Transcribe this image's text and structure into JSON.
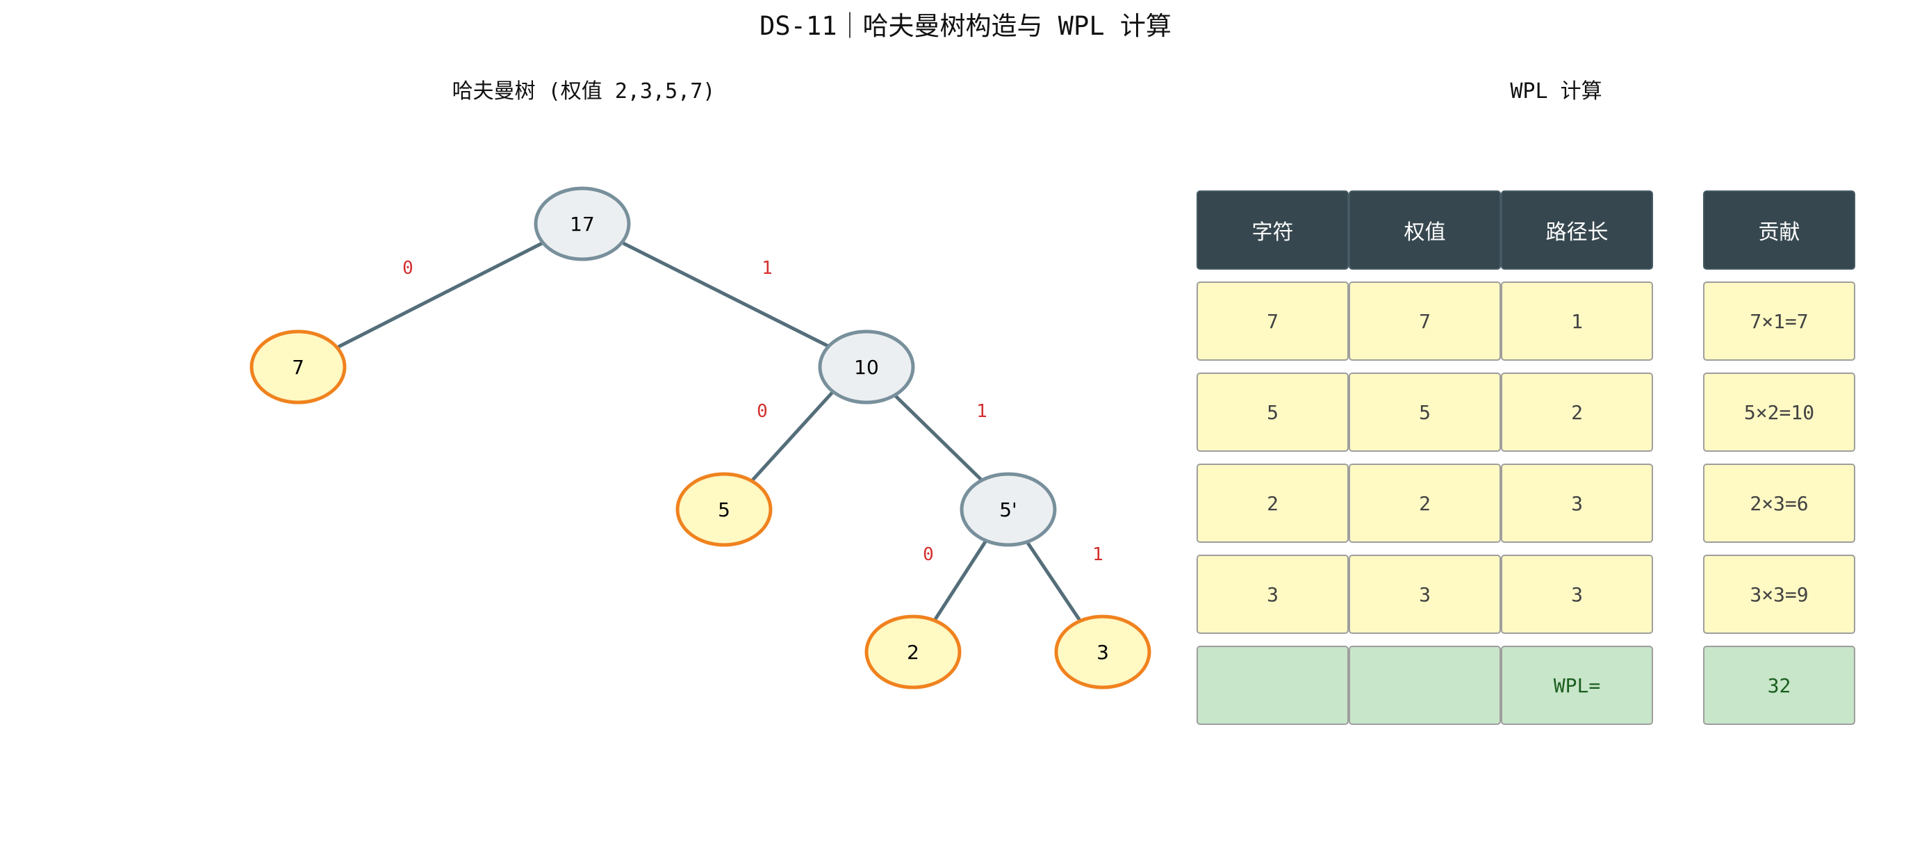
{
  "title": "DS-11｜哈夫曼树构造与 WPL 计算",
  "tree_panel": {
    "title": "哈夫曼树 (权值 2,3,5,7)",
    "nodes": {
      "root": "17",
      "leaf_7": "7",
      "n10": "10",
      "leaf_5": "5",
      "n5p": "5'",
      "leaf_2": "2",
      "leaf_3": "3"
    },
    "edge_labels": {
      "root_left": "0",
      "root_right": "1",
      "n10_left": "0",
      "n10_right": "1",
      "n5p_left": "0",
      "n5p_right": "1"
    }
  },
  "wpl_panel": {
    "title": "WPL 计算",
    "headers": {
      "char": "字符",
      "weight": "权值",
      "path_len": "路径长",
      "contribution": "贡献"
    },
    "rows": [
      {
        "char": "7",
        "weight": "7",
        "path_len": "1",
        "contribution": "7×1=7"
      },
      {
        "char": "5",
        "weight": "5",
        "path_len": "2",
        "contribution": "5×2=10"
      },
      {
        "char": "2",
        "weight": "2",
        "path_len": "3",
        "contribution": "2×3=6"
      },
      {
        "char": "3",
        "weight": "3",
        "path_len": "3",
        "contribution": "3×3=9"
      }
    ],
    "total": {
      "char": "",
      "weight": "",
      "label": "WPL=",
      "value": "32"
    }
  },
  "colors": {
    "header_bg": "#37474f",
    "cell_bg": "#fff9c4",
    "total_bg": "#c8e6c9",
    "leaf_border": "#f0821e",
    "internal_fill": "#eceff1",
    "internal_border": "#78909c",
    "edge": "#546e7a",
    "edge_label": "#d32f2f"
  }
}
